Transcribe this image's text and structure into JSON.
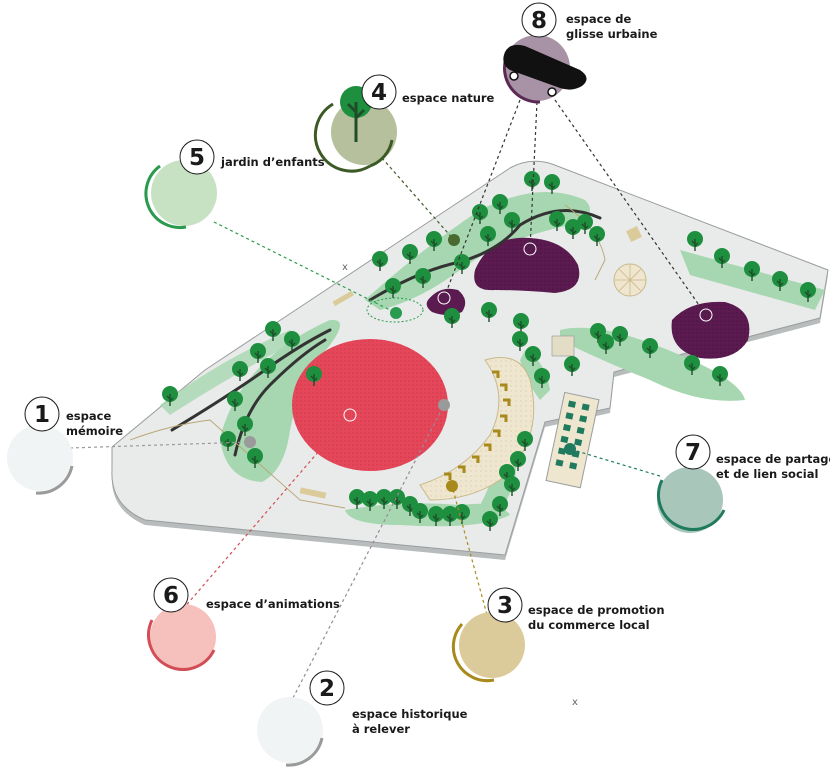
{
  "markers": [
    {
      "number": "1",
      "label_lines": [
        "espace",
        "mémoire"
      ],
      "color": "#9a9a9a",
      "fill": "#f1f4f4"
    },
    {
      "number": "2",
      "label_lines": [
        "espace historique",
        "à relever"
      ],
      "color": "#9a9a9a",
      "fill": "#f1f4f4"
    },
    {
      "number": "3",
      "label_lines": [
        "espace de promotion",
        "du commerce local"
      ],
      "color": "#a88a1c",
      "fill": "#dccb9a"
    },
    {
      "number": "4",
      "label_lines": [
        "espace nature"
      ],
      "color": "#3c5a26",
      "fill": "#b6c09d"
    },
    {
      "number": "5",
      "label_lines": [
        "jardin d’enfants"
      ],
      "color": "#2a9a4e",
      "fill": "#c7e2c3"
    },
    {
      "number": "6",
      "label_lines": [
        "espace d’animations"
      ],
      "color": "#d24d55",
      "fill": "#f6c0bd"
    },
    {
      "number": "7",
      "label_lines": [
        "espace de partage",
        "et de lien social"
      ],
      "color": "#1f7a5e",
      "fill": "#a8c6b9"
    },
    {
      "number": "8",
      "label_lines": [
        "espace de",
        "glisse urbaine"
      ],
      "color": "#5a2a55",
      "fill": "#a893a6"
    }
  ],
  "plan_colors": {
    "ground": "#e9ebea",
    "green": "#a6d7b0",
    "tree": "#1e8f3f",
    "trunk": "#1f4d2a",
    "path": "#333333",
    "event": "#e5475a",
    "skate": "#5b1a50",
    "market": "#efe6cf",
    "market_stall": "#a88a1c"
  },
  "cross_marks": [
    "x",
    "x"
  ]
}
